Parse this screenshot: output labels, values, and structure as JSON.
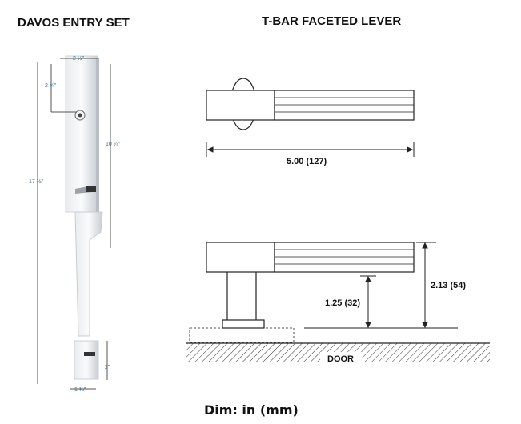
{
  "titles": {
    "left": "DAVOS ENTRY SET",
    "right": "T-BAR FACETED LEVER"
  },
  "handleset_dims": {
    "plate_width": "2 ½\"",
    "cylinder_offset": "2 ¾\"",
    "plate_height": "10 ¼\"",
    "overall_height": "17 ½\"",
    "rose_height": "2\"",
    "rose_width": "1 ⅜\""
  },
  "lever_dims": {
    "length": "5.00 (127)",
    "clearance": "1.25 (32)",
    "projection": "2.13 (54)",
    "door_label": "DOOR"
  },
  "units_note": "Dim: in (mm)"
}
